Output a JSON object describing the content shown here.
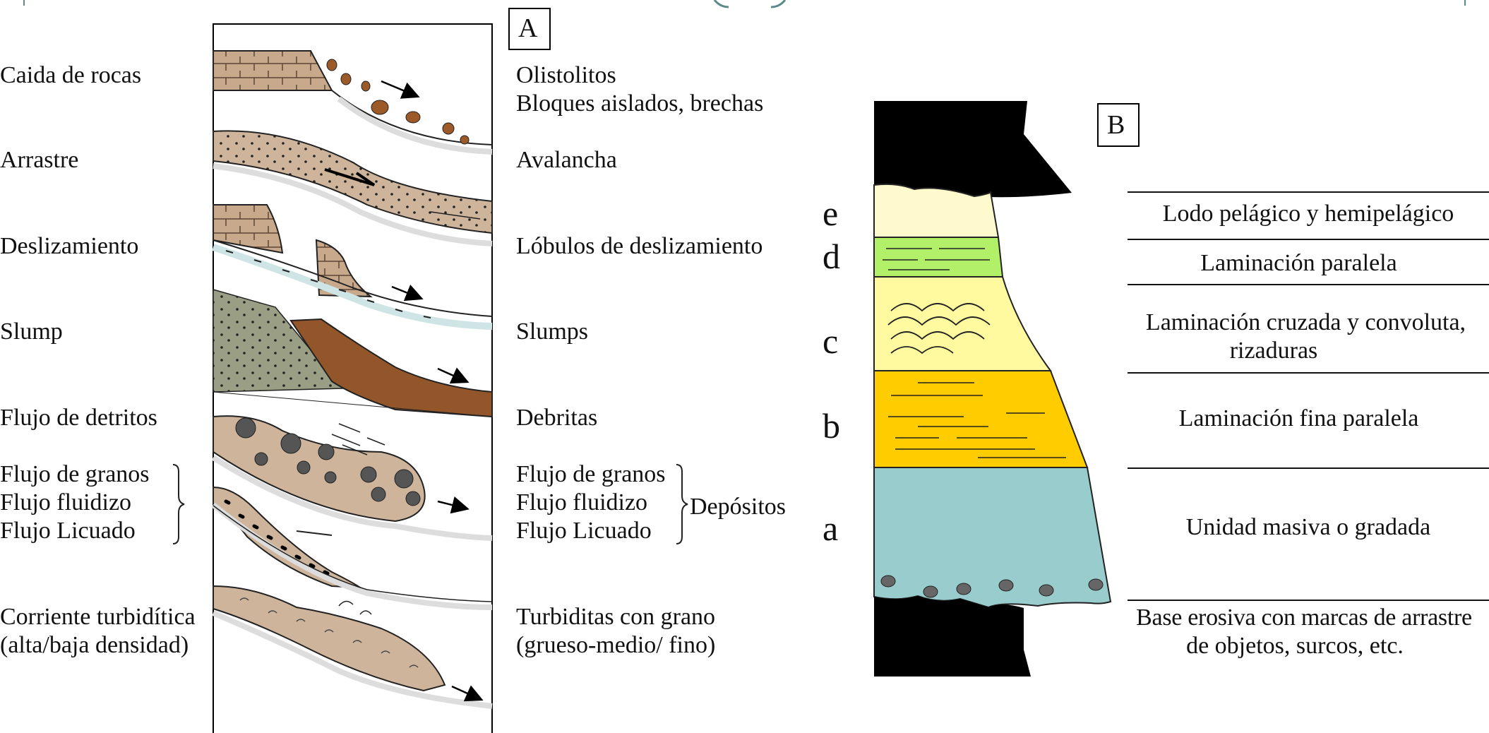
{
  "panel_a": {
    "label": "A",
    "processes": [
      {
        "id": "caida",
        "left": "Caida de rocas",
        "right": [
          "Olistolitos",
          "Bloques aislados, brechas"
        ]
      },
      {
        "id": "arrastre",
        "left": "Arrastre",
        "right": [
          "Avalancha"
        ]
      },
      {
        "id": "deslizamiento",
        "left": "Deslizamiento",
        "right": [
          "Lóbulos de deslizamiento"
        ]
      },
      {
        "id": "slump",
        "left": "Slump",
        "right": [
          "Slumps"
        ]
      },
      {
        "id": "detritos",
        "left": "Flujo de detritos",
        "right": [
          "Debritas"
        ]
      },
      {
        "id": "turbidita",
        "left": "Corriente turbidítica",
        "left2": "(alta/baja densidad)",
        "right": [
          "Turbiditas con grano",
          "(grueso-medio/ fino)"
        ]
      }
    ],
    "grain_flows_left": [
      "Flujo de granos",
      "Flujo fluidizo",
      "Flujo Licuado"
    ],
    "grain_flows_right": [
      "Flujo de granos",
      "Flujo fluidizo",
      "Flujo Licuado"
    ],
    "grain_flows_group": "Depósitos"
  },
  "panel_b": {
    "label": "B",
    "units": [
      {
        "letter": "e",
        "description": [
          "Lodo pelágico y hemipelágico"
        ],
        "color": "#fffacd"
      },
      {
        "letter": "d",
        "description": [
          "Laminación paralela"
        ],
        "color": "#b3f06a"
      },
      {
        "letter": "c",
        "description": [
          "Laminación cruzada y convoluta,",
          "rizaduras"
        ],
        "color": "#fffaa0"
      },
      {
        "letter": "b",
        "description": [
          "Laminación fina paralela"
        ],
        "color": "#ffcc00"
      },
      {
        "letter": "a",
        "description": [
          "Unidad masiva o gradada"
        ],
        "color": "#99cccc"
      }
    ],
    "base": [
      "Base erosiva con marcas de arrastre",
      "de objetos, surcos, etc."
    ]
  }
}
